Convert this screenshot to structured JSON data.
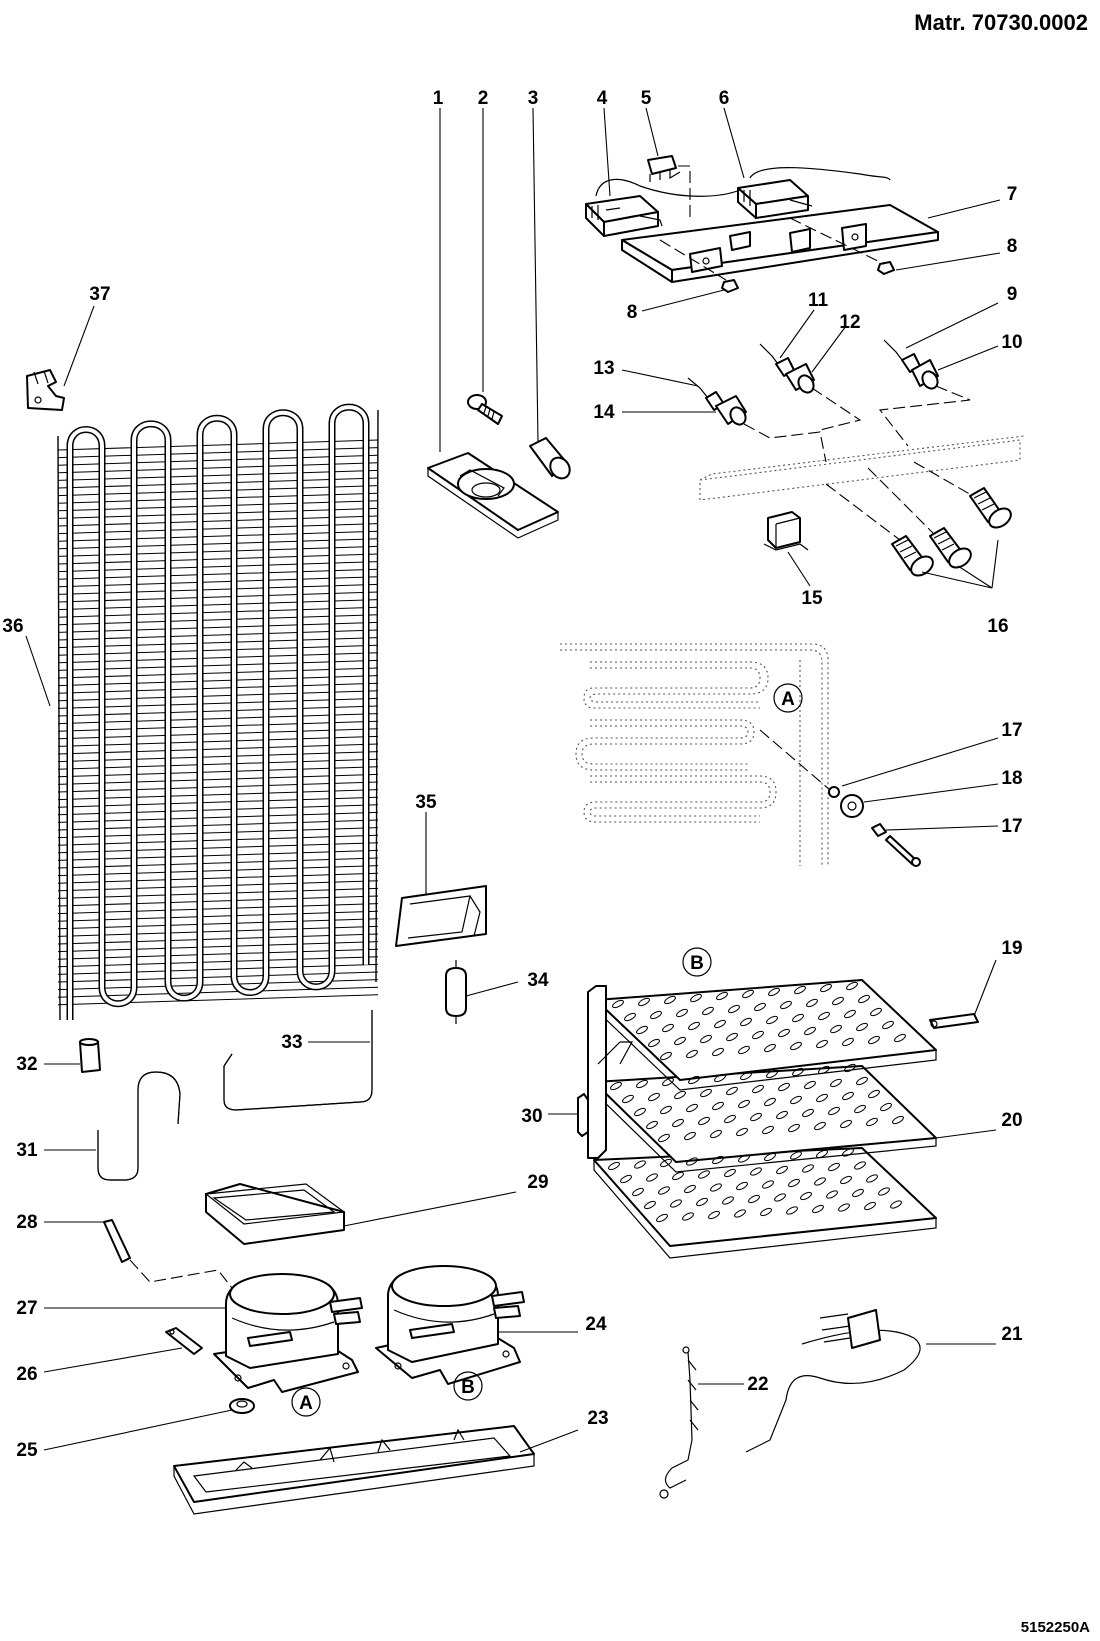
{
  "header": {
    "matr": "Matr. 70730.0002"
  },
  "footer": {
    "code": "5152250A"
  },
  "callouts": [
    "1",
    "2",
    "3",
    "4",
    "5",
    "6",
    "7",
    "8",
    "8",
    "9",
    "10",
    "11",
    "12",
    "13",
    "14",
    "15",
    "16",
    "17",
    "18",
    "17",
    "19",
    "20",
    "21",
    "22",
    "23",
    "24",
    "25",
    "26",
    "27",
    "28",
    "29",
    "30",
    "31",
    "32",
    "33",
    "34",
    "35",
    "36",
    "37"
  ],
  "markers": [
    "A",
    "B",
    "A",
    "B"
  ]
}
